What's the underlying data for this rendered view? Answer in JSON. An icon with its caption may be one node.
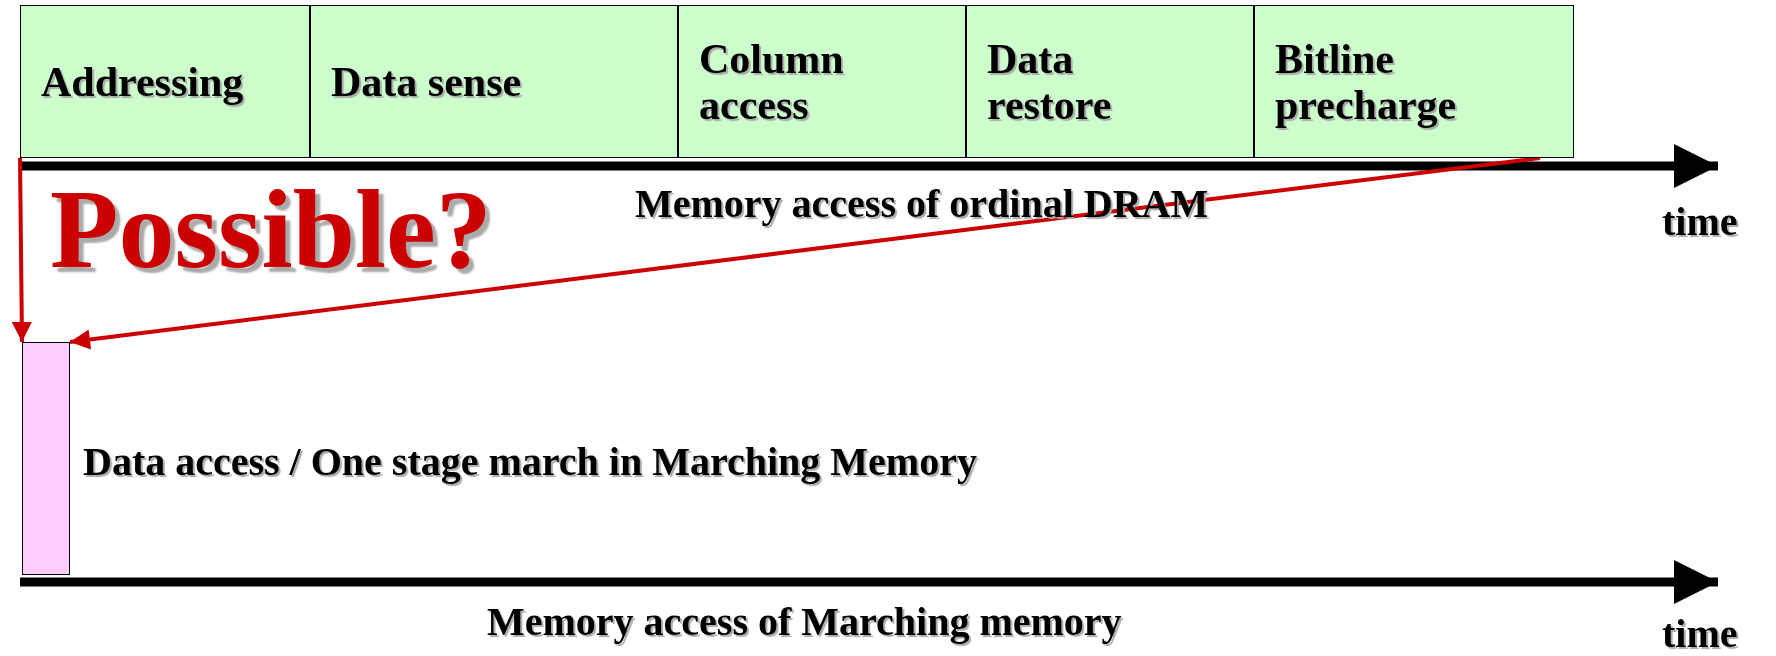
{
  "diagram": {
    "nodes": [
      {
        "text": [
          "Addressing"
        ]
      },
      {
        "text": [
          "Data sense"
        ]
      },
      {
        "text": [
          "Column access"
        ]
      },
      {
        "text": [
          "Data restore"
        ]
      },
      {
        "text": [
          "Bitline precharge"
        ]
      },
      {
        "text": [],
        "shape": "bar"
      }
    ],
    "edges": [
      {
        "from": 0,
        "to": 5,
        "arrow": "to",
        "color": "#cc0000"
      },
      {
        "from": 4,
        "to": 5,
        "arrow": "to",
        "color": "#cc0000"
      }
    ],
    "labels": [
      "Possible?",
      "Memory access of ordinal DRAM",
      "time",
      "Data access / One stage march in Marching Memory",
      "Memory access of Marching memory",
      "time"
    ]
  }
}
